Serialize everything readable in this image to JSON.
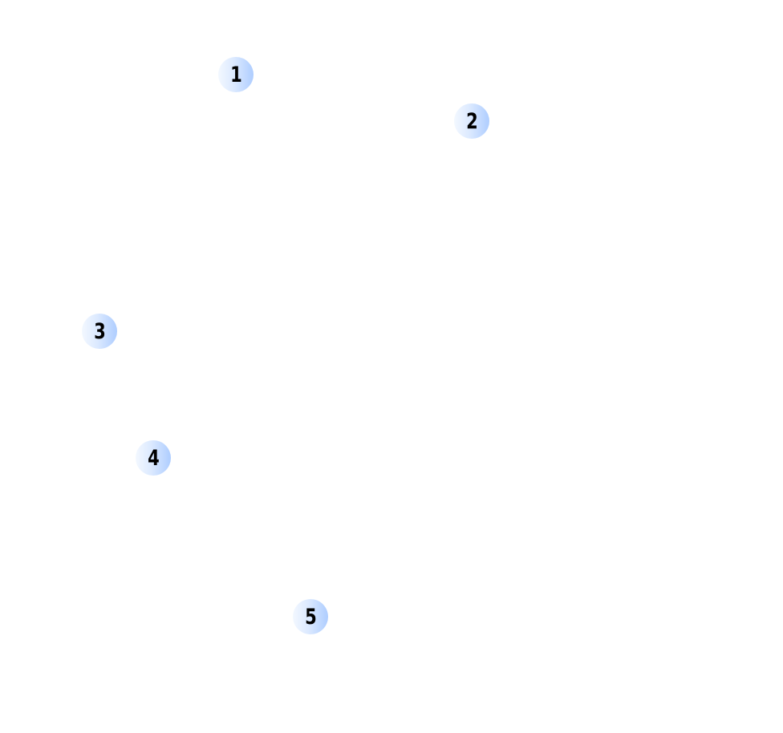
{
  "markers": [
    {
      "label": "1"
    },
    {
      "label": "2"
    },
    {
      "label": "3"
    },
    {
      "label": "4"
    },
    {
      "label": "5"
    }
  ]
}
